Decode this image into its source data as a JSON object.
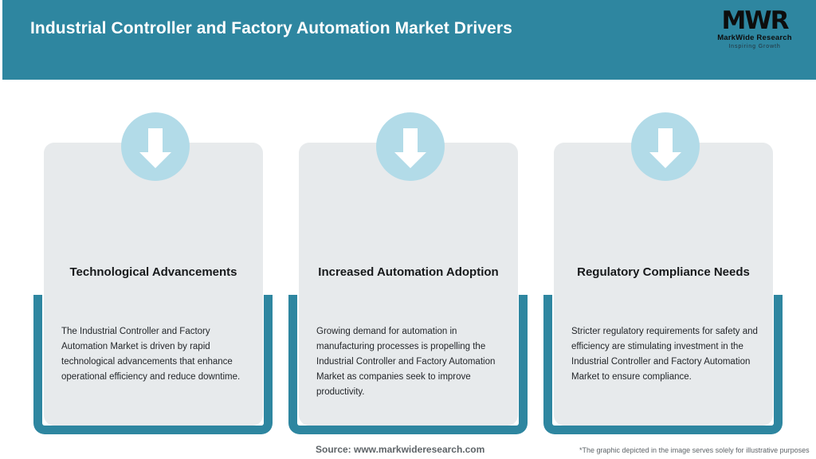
{
  "header": {
    "title": "Industrial Controller and Factory Automation Market Drivers",
    "background_color": "#2e86a0",
    "title_color": "#ffffff",
    "logo": {
      "mark": "MWR",
      "name": "MarkWide Research",
      "tagline": "Inspiring Growth"
    }
  },
  "theme": {
    "accent_teal": "#2e86a0",
    "card_gray": "#e7eaec",
    "circle_blue": "#b2dbe8",
    "arrow_white": "#ffffff",
    "footer_gray": "#5e6468"
  },
  "cards": [
    {
      "icon": "down-arrow-icon",
      "heading": "Technological Advancements",
      "body": "The Industrial Controller and Factory Automation Market is driven by rapid technological advancements that enhance operational efficiency and reduce downtime."
    },
    {
      "icon": "down-arrow-icon",
      "heading": "Increased Automation Adoption",
      "body": "Growing demand for automation in manufacturing processes is propelling the Industrial Controller and Factory Automation Market as companies seek to improve productivity."
    },
    {
      "icon": "down-arrow-icon",
      "heading": "Regulatory Compliance Needs",
      "body": "Stricter regulatory requirements for safety and efficiency are stimulating investment in the Industrial Controller and Factory Automation Market to ensure compliance."
    }
  ],
  "footer": {
    "source": "Source: www.markwideresearch.com",
    "disclaimer": "*The graphic depicted in the image serves solely for illustrative purposes"
  }
}
